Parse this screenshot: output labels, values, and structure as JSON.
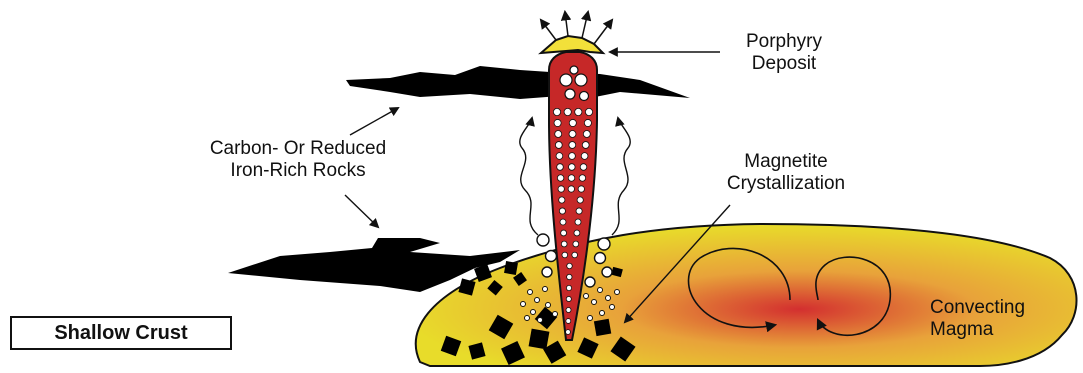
{
  "labels": {
    "porphyry_line1": "Porphyry",
    "porphyry_line2": "Deposit",
    "carbon_line1": "Carbon- Or Reduced",
    "carbon_line2": "Iron-Rich Rocks",
    "magnetite_line1": "Magnetite",
    "magnetite_line2": "Crystallization",
    "convecting_line1": "Convecting",
    "convecting_line2": "Magma"
  },
  "legend": {
    "text": "Shallow Crust"
  },
  "colors": {
    "magma_core": "#d32f2f",
    "magma_mid": "#e8a23a",
    "magma_edge": "#e8dc2a",
    "conduit": "#c62828",
    "deposit": "#f2e03a",
    "rock": "#000000"
  }
}
